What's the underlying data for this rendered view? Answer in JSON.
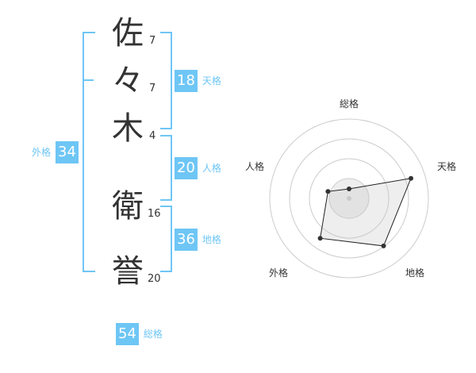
{
  "name": {
    "chars": [
      {
        "char": "佐",
        "strokes": "7"
      },
      {
        "char": "々",
        "strokes": "7"
      },
      {
        "char": "木",
        "strokes": "4"
      },
      {
        "char": "衛",
        "strokes": "16"
      },
      {
        "char": "誉",
        "strokes": "20"
      }
    ]
  },
  "fortunes": {
    "tenkaku": {
      "value": "18",
      "label": "天格"
    },
    "jinkaku": {
      "value": "20",
      "label": "人格"
    },
    "chikaku": {
      "value": "36",
      "label": "地格"
    },
    "gaikaku": {
      "value": "34",
      "label": "外格"
    },
    "soukaku": {
      "value": "54",
      "label": "総格"
    }
  },
  "colors": {
    "accent": "#6ec6f5",
    "text": "#333333",
    "grid": "#cccccc",
    "fill": "#eeeeee"
  },
  "chart_data": {
    "type": "radar",
    "axes": [
      "総格",
      "天格",
      "地格",
      "外格",
      "人格"
    ],
    "values": [
      0.12,
      0.82,
      0.74,
      0.62,
      0.28
    ],
    "rings": 4,
    "range": [
      0,
      1
    ]
  }
}
